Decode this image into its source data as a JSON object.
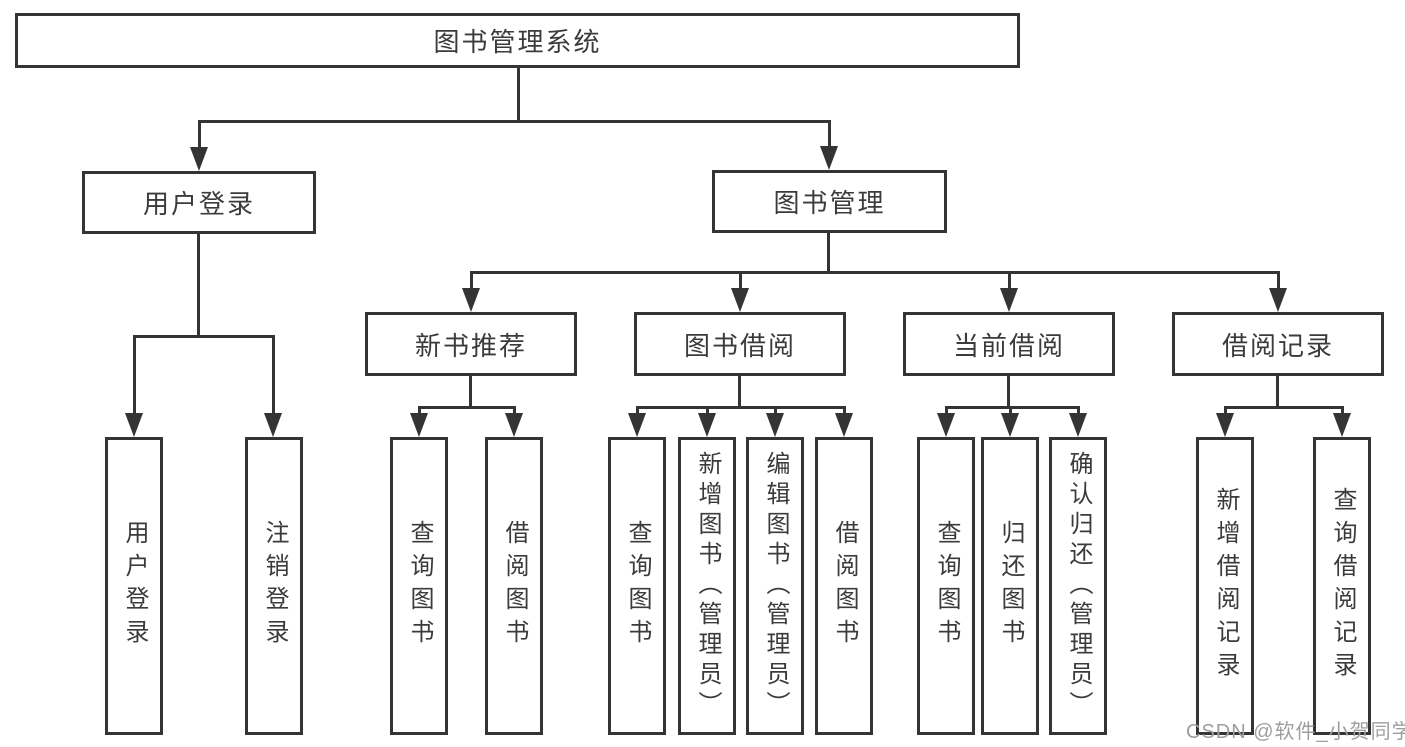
{
  "diagram": {
    "type": "hierarchy-tree",
    "root": {
      "label": "图书管理系统"
    },
    "branches": [
      {
        "label": "用户登录",
        "children": [
          {
            "label": "用户登录"
          },
          {
            "label": "注销登录"
          }
        ]
      },
      {
        "label": "图书管理",
        "children": [
          {
            "label": "新书推荐",
            "children": [
              {
                "label": "查询图书"
              },
              {
                "label": "借阅图书"
              }
            ]
          },
          {
            "label": "图书借阅",
            "children": [
              {
                "label": "查询图书"
              },
              {
                "label": "新增图书（管理员）"
              },
              {
                "label": "编辑图书（管理员）"
              },
              {
                "label": "借阅图书"
              }
            ]
          },
          {
            "label": "当前借阅",
            "children": [
              {
                "label": "查询图书"
              },
              {
                "label": "归还图书"
              },
              {
                "label": "确认归还（管理员）"
              }
            ]
          },
          {
            "label": "借阅记录",
            "children": [
              {
                "label": "新增借阅记录"
              },
              {
                "label": "查询借阅记录"
              }
            ]
          }
        ]
      }
    ]
  },
  "watermark": {
    "text": "CSDN @软件_小贺同学"
  },
  "colors": {
    "line": "#343434",
    "box_border": "#343434",
    "text": "#3b3b3b",
    "background": "#ffffff",
    "watermark": "#9e9e9e"
  }
}
